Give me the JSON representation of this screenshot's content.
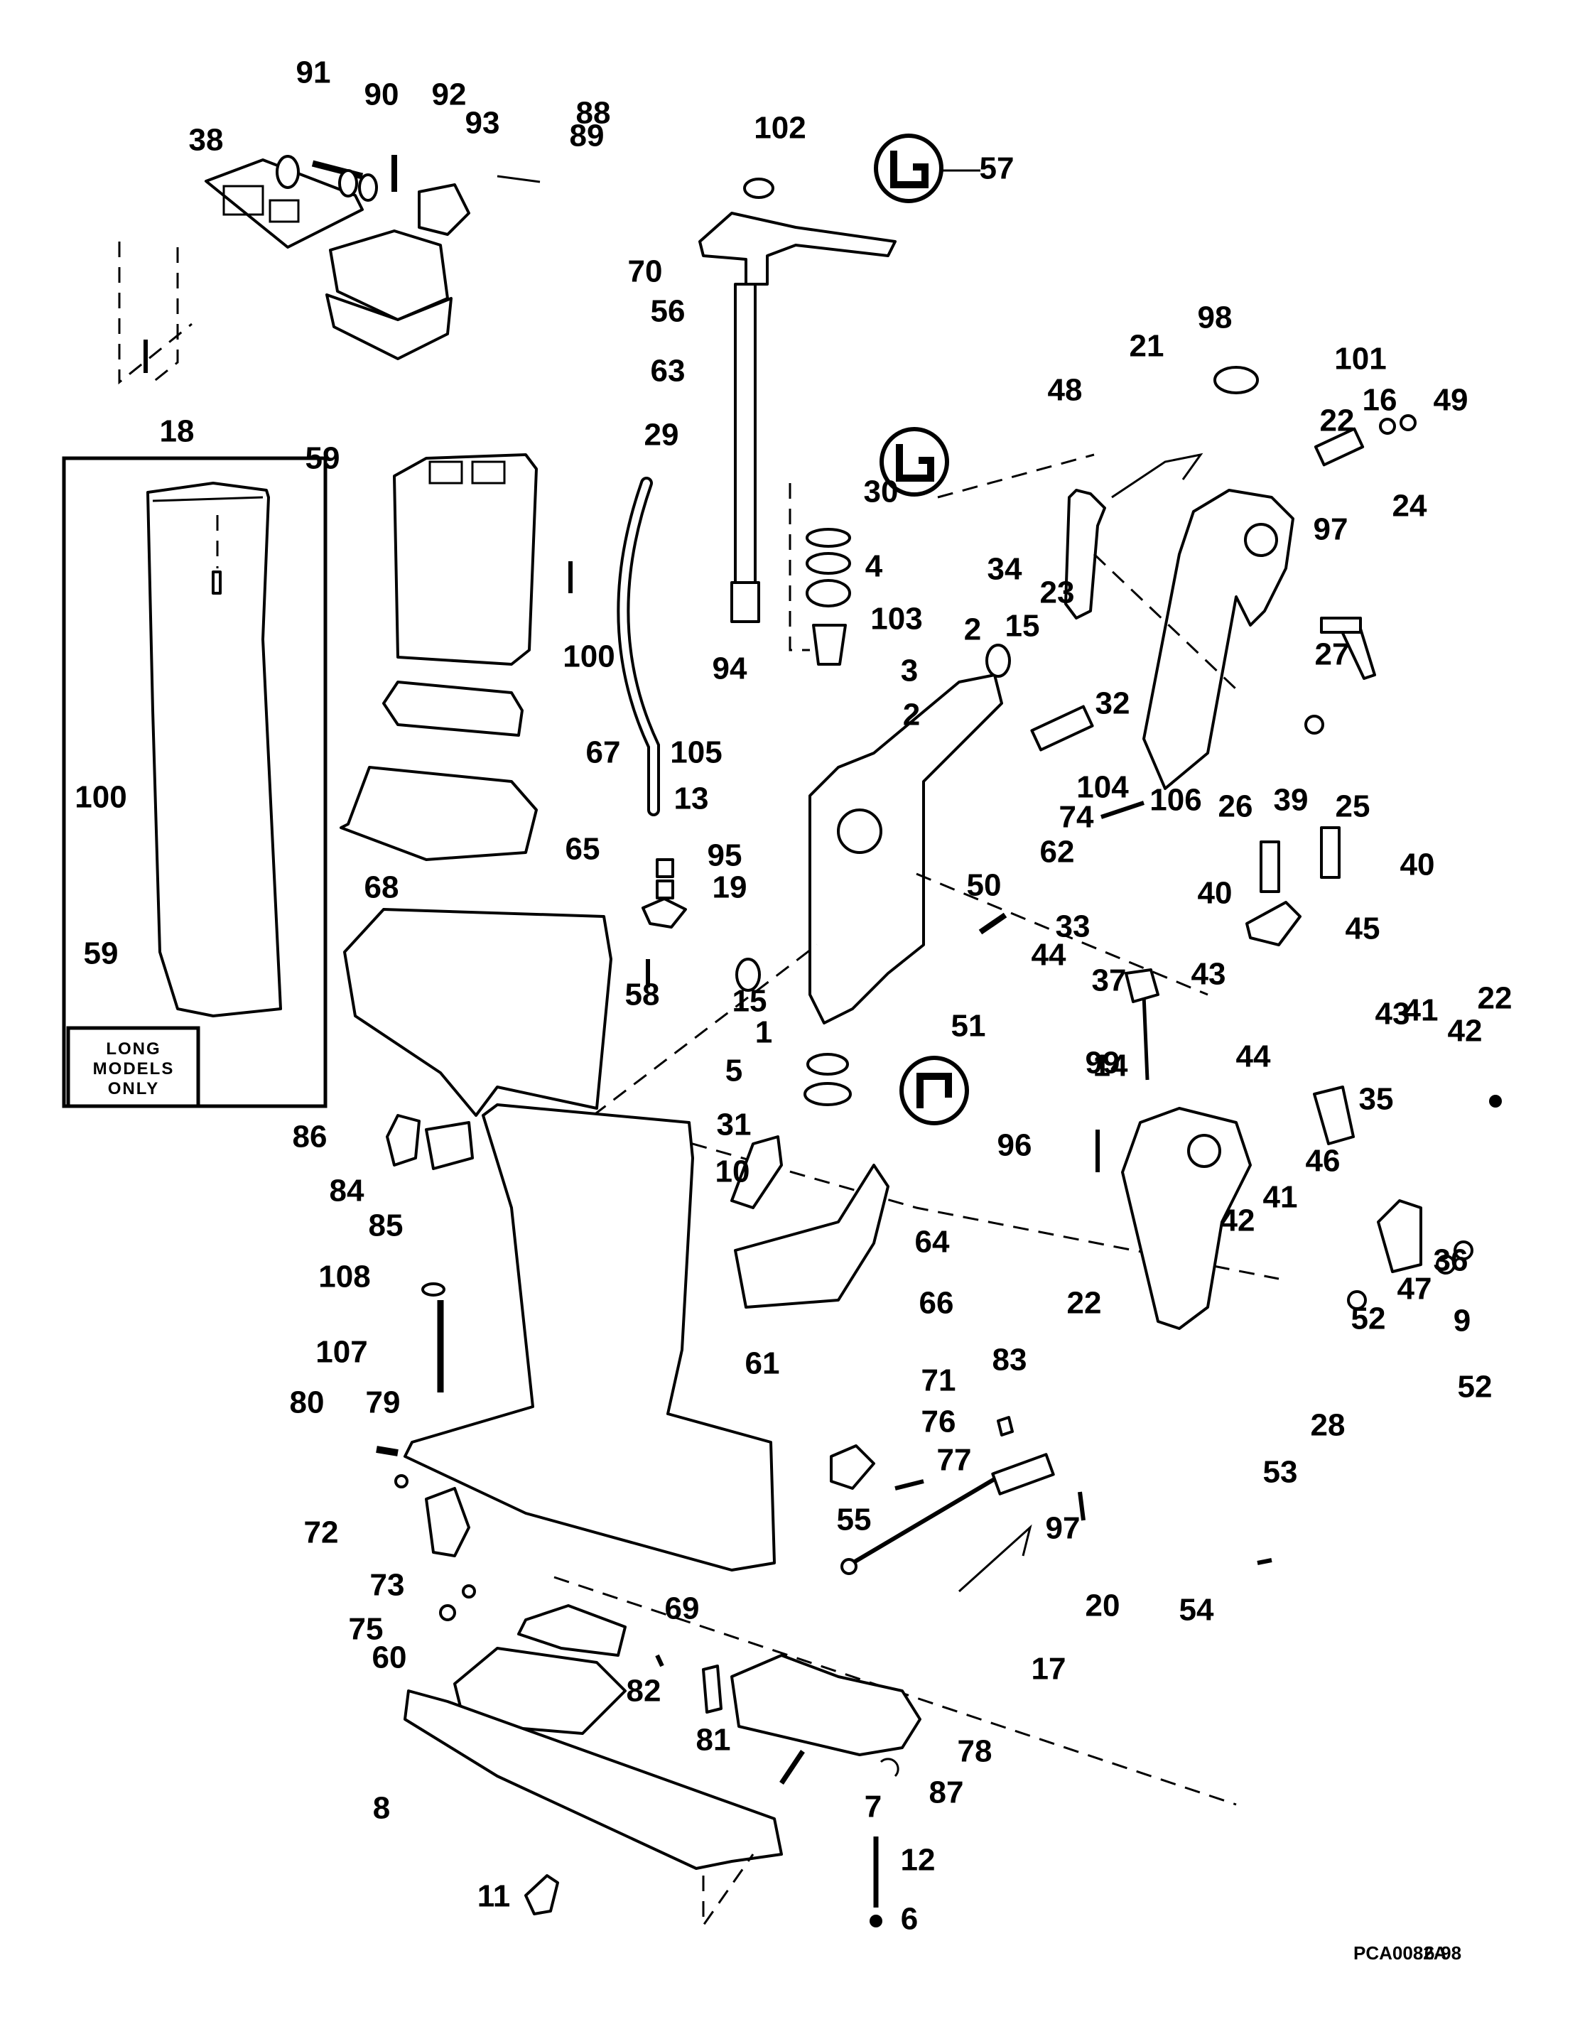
{
  "diagram": {
    "part_code": "PCA0082A",
    "date": "6-98",
    "inset_note": [
      "LONG",
      "MODELS",
      "ONLY"
    ],
    "lube_symbols": [
      {
        "id": "lube-57",
        "glyph": "U-bracket"
      },
      {
        "id": "lube-4",
        "glyph": "U-bracket"
      },
      {
        "id": "lube-5",
        "glyph": "hook"
      }
    ],
    "callouts": [
      {
        "n": "91"
      },
      {
        "n": "90"
      },
      {
        "n": "92"
      },
      {
        "n": "93"
      },
      {
        "n": "88"
      },
      {
        "n": "89"
      },
      {
        "n": "102"
      },
      {
        "n": "57"
      },
      {
        "n": "38"
      },
      {
        "n": "70"
      },
      {
        "n": "56"
      },
      {
        "n": "63"
      },
      {
        "n": "18"
      },
      {
        "n": "29"
      },
      {
        "n": "59"
      },
      {
        "n": "100"
      },
      {
        "n": "59"
      },
      {
        "n": "100"
      },
      {
        "n": "94"
      },
      {
        "n": "67"
      },
      {
        "n": "105"
      },
      {
        "n": "13"
      },
      {
        "n": "68"
      },
      {
        "n": "65"
      },
      {
        "n": "95"
      },
      {
        "n": "19"
      },
      {
        "n": "58"
      },
      {
        "n": "15"
      },
      {
        "n": "1"
      },
      {
        "n": "5"
      },
      {
        "n": "31"
      },
      {
        "n": "86"
      },
      {
        "n": "84"
      },
      {
        "n": "85"
      },
      {
        "n": "10"
      },
      {
        "n": "64"
      },
      {
        "n": "108"
      },
      {
        "n": "66"
      },
      {
        "n": "107"
      },
      {
        "n": "61"
      },
      {
        "n": "80"
      },
      {
        "n": "79"
      },
      {
        "n": "71"
      },
      {
        "n": "76"
      },
      {
        "n": "77"
      },
      {
        "n": "72"
      },
      {
        "n": "55"
      },
      {
        "n": "73"
      },
      {
        "n": "69"
      },
      {
        "n": "75"
      },
      {
        "n": "60"
      },
      {
        "n": "82"
      },
      {
        "n": "81"
      },
      {
        "n": "78"
      },
      {
        "n": "8"
      },
      {
        "n": "7"
      },
      {
        "n": "87"
      },
      {
        "n": "12"
      },
      {
        "n": "11"
      },
      {
        "n": "6"
      },
      {
        "n": "98"
      },
      {
        "n": "21"
      },
      {
        "n": "101"
      },
      {
        "n": "48"
      },
      {
        "n": "16"
      },
      {
        "n": "49"
      },
      {
        "n": "22"
      },
      {
        "n": "97"
      },
      {
        "n": "24"
      },
      {
        "n": "34"
      },
      {
        "n": "23"
      },
      {
        "n": "27"
      },
      {
        "n": "2"
      },
      {
        "n": "15"
      },
      {
        "n": "4"
      },
      {
        "n": "30"
      },
      {
        "n": "103"
      },
      {
        "n": "3"
      },
      {
        "n": "2"
      },
      {
        "n": "32"
      },
      {
        "n": "26"
      },
      {
        "n": "25"
      },
      {
        "n": "104"
      },
      {
        "n": "74"
      },
      {
        "n": "106"
      },
      {
        "n": "39"
      },
      {
        "n": "62"
      },
      {
        "n": "40"
      },
      {
        "n": "40"
      },
      {
        "n": "50"
      },
      {
        "n": "33"
      },
      {
        "n": "45"
      },
      {
        "n": "44"
      },
      {
        "n": "37"
      },
      {
        "n": "43"
      },
      {
        "n": "43"
      },
      {
        "n": "22"
      },
      {
        "n": "41"
      },
      {
        "n": "42"
      },
      {
        "n": "51"
      },
      {
        "n": "99"
      },
      {
        "n": "44"
      },
      {
        "n": "14"
      },
      {
        "n": "35"
      },
      {
        "n": "46"
      },
      {
        "n": "96"
      },
      {
        "n": "41"
      },
      {
        "n": "42"
      },
      {
        "n": "36"
      },
      {
        "n": "47"
      },
      {
        "n": "52"
      },
      {
        "n": "9"
      },
      {
        "n": "52"
      },
      {
        "n": "22"
      },
      {
        "n": "83"
      },
      {
        "n": "28"
      },
      {
        "n": "53"
      },
      {
        "n": "97"
      },
      {
        "n": "20"
      },
      {
        "n": "54"
      },
      {
        "n": "17"
      }
    ]
  }
}
